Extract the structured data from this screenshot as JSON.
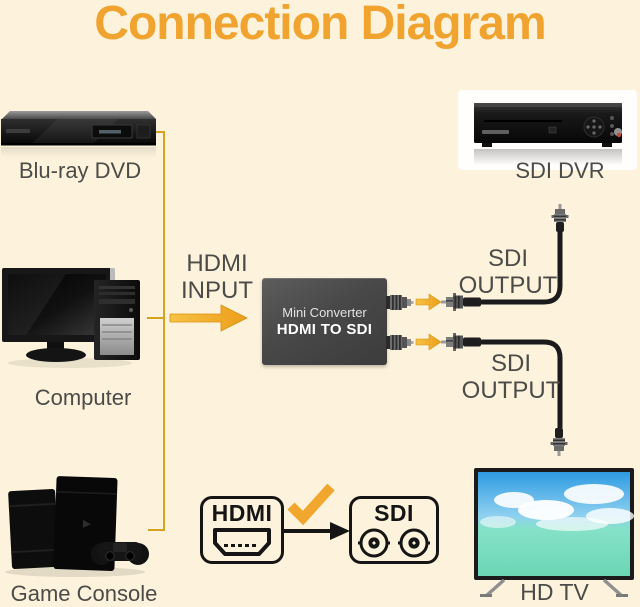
{
  "title": "Connection Diagram",
  "colors": {
    "background": "#FDF3DC",
    "title": "#F1A32F",
    "wire": "#D5A31F",
    "arrow": "#F2AC2B",
    "cable": "#1C1C1C",
    "label_text": "#4B4B48"
  },
  "sources": {
    "bluray": {
      "label": "Blu-ray DVD"
    },
    "computer": {
      "label": "Computer"
    },
    "console": {
      "label": "Game Console"
    }
  },
  "outputs": {
    "dvr": {
      "label": "SDI DVR"
    },
    "tv": {
      "label": "HD TV"
    }
  },
  "converter": {
    "line1": "Mini Converter",
    "line2": "HDMI TO SDI",
    "input_label": "HDMI INPUT",
    "output_label_top": "SDI OUTPUT",
    "output_label_bottom": "SDI OUTPUT"
  },
  "legend": {
    "hdmi": "HDMI",
    "sdi": "SDI"
  }
}
